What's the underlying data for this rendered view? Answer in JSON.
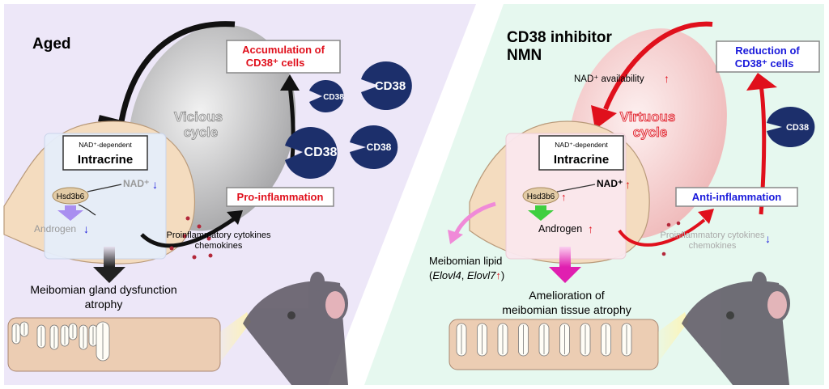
{
  "left": {
    "title": "Aged",
    "cycle_label_1": "Vicious",
    "cycle_label_2": "cycle",
    "accumulation_1": "Accumulation of",
    "accumulation_2": "CD38⁺ cells",
    "cd38_labels": [
      "CD38",
      "CD38",
      "CD38",
      "CD38"
    ],
    "intracrine_small": "NAD⁺-dependent",
    "intracrine_big": "Intracrine",
    "nad": "NAD⁺",
    "nad_arrow": "↓",
    "hsd": "Hsd3b6",
    "androgen": "Androgen",
    "androgen_arrow": "↓",
    "inflammation": "Pro-inflammation",
    "cytokines_1": "Proinflammatory cytokines",
    "cytokines_2": "chemokines",
    "outcome_1": "Meibomian gland dysfunction",
    "outcome_2": "atrophy"
  },
  "right": {
    "title_1": "CD38 inhibitor",
    "title_2": "NMN",
    "nad_availability": "NAD⁺ availability",
    "up_arrow": "↑",
    "cycle_label_1": "Virtuous",
    "cycle_label_2": "cycle",
    "reduction_1": "Reduction of",
    "reduction_2": "CD38⁺ cells",
    "cd38_label": "CD38",
    "intracrine_small": "NAD⁺-dependent",
    "intracrine_big": "Intracrine",
    "nad": "NAD⁺",
    "hsd": "Hsd3b6",
    "androgen": "Androgen",
    "inflammation": "Anti-inflammation",
    "cytokines_1": "Proinflammatory cytokines",
    "cytokines_2": "chemokines",
    "down_arrow": "↓",
    "lipid_1": "Meibomian lipid",
    "lipid_2_open": "(",
    "lipid_gene_1": "Elovl4",
    "lipid_sep": ", ",
    "lipid_gene_2": "Elovl7",
    "lipid_close": ")",
    "outcome_1": "Amelioration of",
    "outcome_2": "meibomian tissue atrophy"
  },
  "colors": {
    "left_bg": "#ede7f8",
    "right_bg": "#e6f8ef",
    "cd38": "#1c2f6b",
    "red": "#e0101c",
    "blue": "#1a1adb"
  }
}
